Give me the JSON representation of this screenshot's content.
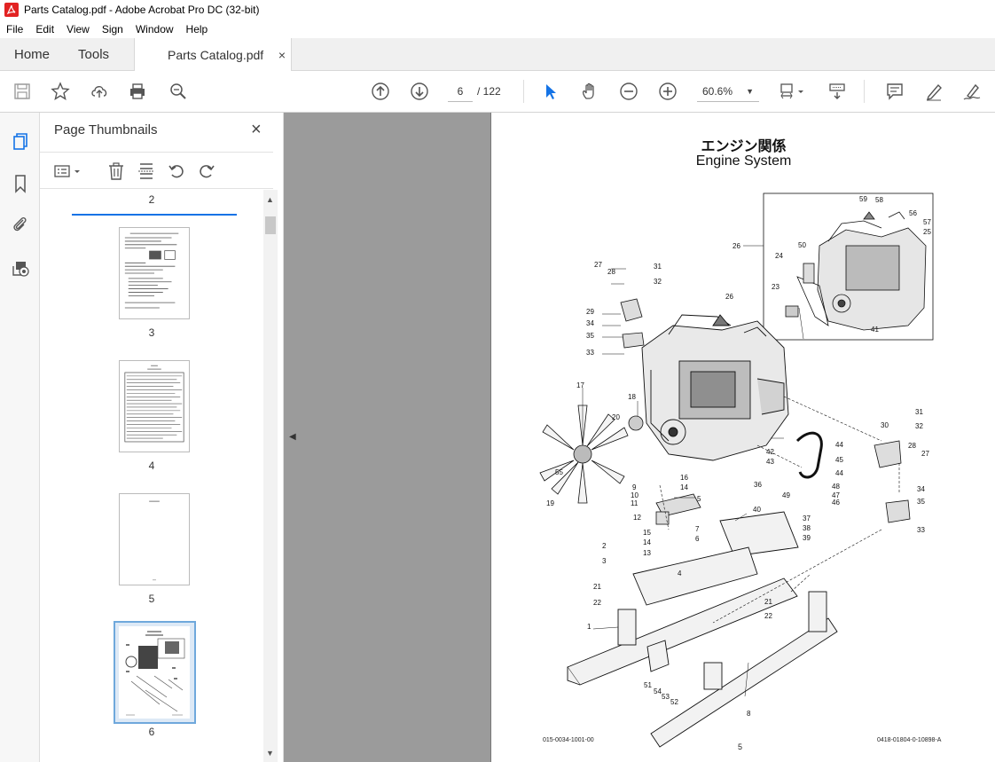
{
  "window": {
    "title": "Parts Catalog.pdf - Adobe Acrobat Pro DC (32-bit)"
  },
  "menu": {
    "items": [
      "File",
      "Edit",
      "View",
      "Sign",
      "Window",
      "Help"
    ]
  },
  "tabs": {
    "home": "Home",
    "tools": "Tools",
    "document": "Parts Catalog.pdf",
    "close": "×"
  },
  "toolbar": {
    "current_page": "6",
    "page_total": "/ 122",
    "zoom": "60.6%"
  },
  "thumbnails": {
    "title": "Page Thumbnails",
    "close": "×",
    "pages": [
      {
        "label": "2"
      },
      {
        "label": "3"
      },
      {
        "label": "4"
      },
      {
        "label": "5"
      },
      {
        "label": "6",
        "selected": true
      }
    ]
  },
  "document": {
    "title_jp": "エンジン関係",
    "title_en": "Engine System",
    "footer_left": "015-0034-1001-00",
    "footer_center": "5",
    "footer_right": "0418-01804-0-10898-A",
    "callouts": [
      "59",
      "58",
      "56",
      "57",
      "25",
      "26",
      "50",
      "24",
      "23",
      "41",
      "27",
      "28",
      "31",
      "32",
      "26",
      "29",
      "34",
      "35",
      "33",
      "17",
      "18",
      "20",
      "16",
      "14",
      "5",
      "9",
      "10",
      "11",
      "12",
      "15",
      "14",
      "13",
      "7",
      "6",
      "55",
      "19",
      "2",
      "3",
      "21",
      "22",
      "4",
      "40",
      "37",
      "38",
      "39",
      "36",
      "42",
      "43",
      "44",
      "45",
      "44",
      "48",
      "47",
      "46",
      "49",
      "30",
      "31",
      "32",
      "28",
      "27",
      "34",
      "35",
      "33",
      "21",
      "22",
      "1",
      "51",
      "54",
      "53",
      "52",
      "8"
    ]
  },
  "colors": {
    "accent": "#1473e6",
    "doc_bg": "#9b9b9b",
    "panel_bg": "#f7f7f7"
  }
}
